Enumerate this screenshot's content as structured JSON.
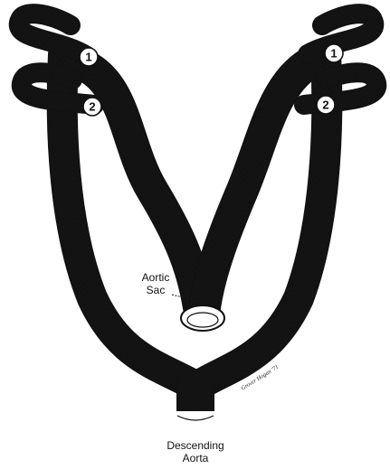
{
  "labels": {
    "aortic_sac_line1": "Aortic",
    "aortic_sac_line2": "Sac",
    "descending_aorta_line1": "Descending",
    "descending_aorta_line2": "Aorta"
  },
  "arch_numbers": {
    "left_upper": "1",
    "left_lower": "2",
    "right_upper": "1",
    "right_lower": "2"
  },
  "artist_signature": "Grover Hogan '71",
  "colors": {
    "ink": "#111111",
    "paper": "#ffffff"
  }
}
